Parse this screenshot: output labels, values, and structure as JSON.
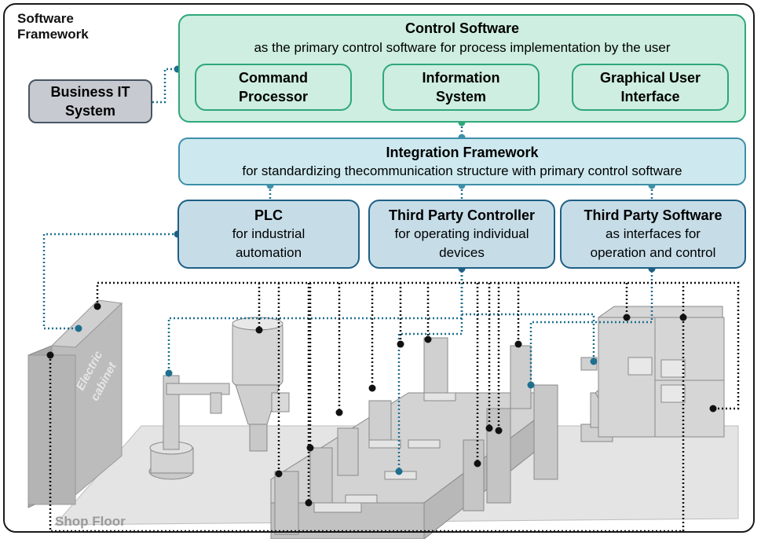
{
  "framework_label": [
    "Software",
    "Framework"
  ],
  "control_software": {
    "title": "Control Software",
    "subtitle": "as the primary control software for process implementation by the user",
    "modules": [
      {
        "line1": "Command",
        "line2": "Processor"
      },
      {
        "line1": "Information",
        "line2": "System"
      },
      {
        "line1": "Graphical User",
        "line2": "Interface"
      }
    ]
  },
  "business_it": {
    "line1": "Business IT",
    "line2": "System"
  },
  "integration_framework": {
    "title": "Integration Framework",
    "subtitle": "for standardizing thecommunication structure with primary control software"
  },
  "controllers": [
    {
      "title": "PLC",
      "line1": "for industrial",
      "line2": "automation"
    },
    {
      "title": "Third Party Controller",
      "line1": "for operating individual",
      "line2": "devices"
    },
    {
      "title": "Third Party Software",
      "line1": "as interfaces for",
      "line2": "operation and control"
    }
  ],
  "cabinet_label": [
    "Electric",
    "cabinet"
  ],
  "shop_floor_label": "Shop Floor",
  "colors": {
    "green_fill": "#cdeee0",
    "green_border": "#2fa77a",
    "teal_fill": "#cde9ef",
    "teal_border": "#3e8fa8",
    "blue_fill": "#c6dde8",
    "blue_border": "#1f5f85",
    "gray_fill": "#c7cbd1",
    "gray_border": "#4a5563",
    "black_wire": "#111111",
    "blue_wire": "#1f6f8f"
  }
}
